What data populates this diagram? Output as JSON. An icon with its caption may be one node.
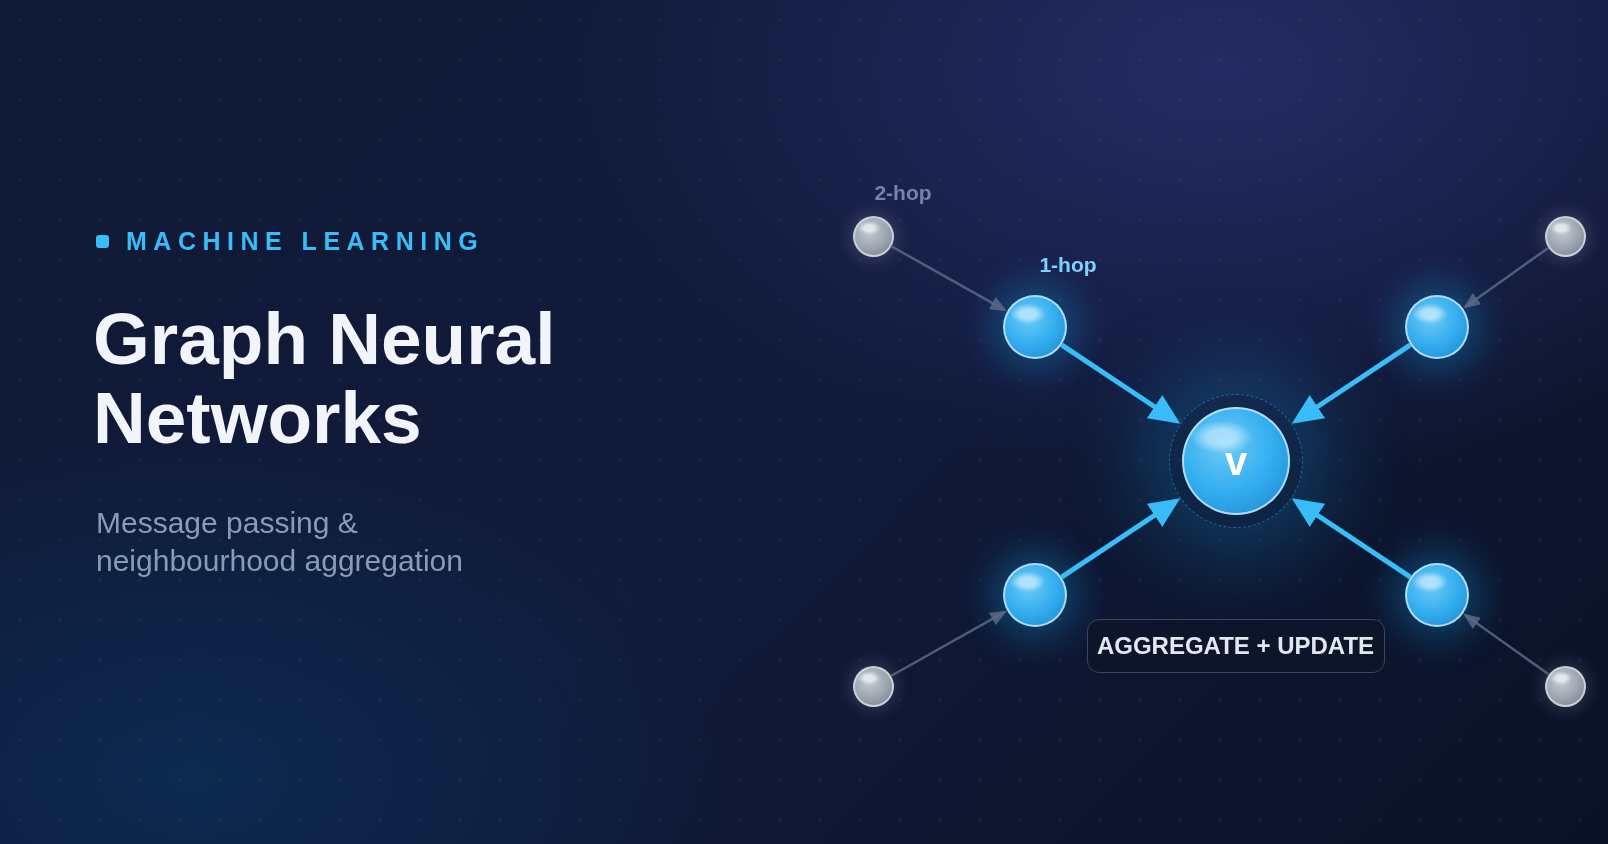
{
  "diagram": {
    "title": "Graph Neural Networks",
    "nodes": [
      {
        "text": [],
        "shape": "circle",
        "beside": [
          "2-hop"
        ]
      },
      {
        "text": [],
        "shape": "circle"
      },
      {
        "text": [],
        "shape": "circle",
        "beside": [
          "1-hop"
        ]
      },
      {
        "text": [],
        "shape": "circle"
      },
      {
        "text": [
          "v"
        ]
      },
      {
        "text": [],
        "shape": "circle"
      },
      {
        "text": [],
        "shape": "circle"
      },
      {
        "text": [
          "AGGREGATE + UPDATE"
        ]
      },
      {
        "text": [],
        "shape": "circle"
      },
      {
        "text": [],
        "shape": "circle"
      }
    ],
    "edges": [
      {
        "from": 0,
        "to": 2,
        "arrow": "to"
      },
      {
        "from": 1,
        "to": 3,
        "arrow": "to"
      },
      {
        "from": 2,
        "to": 4,
        "arrow": "to",
        "style": "thick",
        "color": "#38bdf8"
      },
      {
        "from": 3,
        "to": 4,
        "arrow": "to",
        "style": "thick",
        "color": "#38bdf8"
      },
      {
        "from": 5,
        "to": 4,
        "arrow": "to",
        "style": "thick",
        "color": "#38bdf8"
      },
      {
        "from": 6,
        "to": 4,
        "arrow": "to",
        "style": "thick",
        "color": "#38bdf8"
      },
      {
        "from": 8,
        "to": 5,
        "arrow": "to"
      },
      {
        "from": 9,
        "to": 6,
        "arrow": "to"
      }
    ],
    "labels": [
      "MACHINE LEARNING",
      "Message passing & neighbourhood aggregation"
    ]
  }
}
